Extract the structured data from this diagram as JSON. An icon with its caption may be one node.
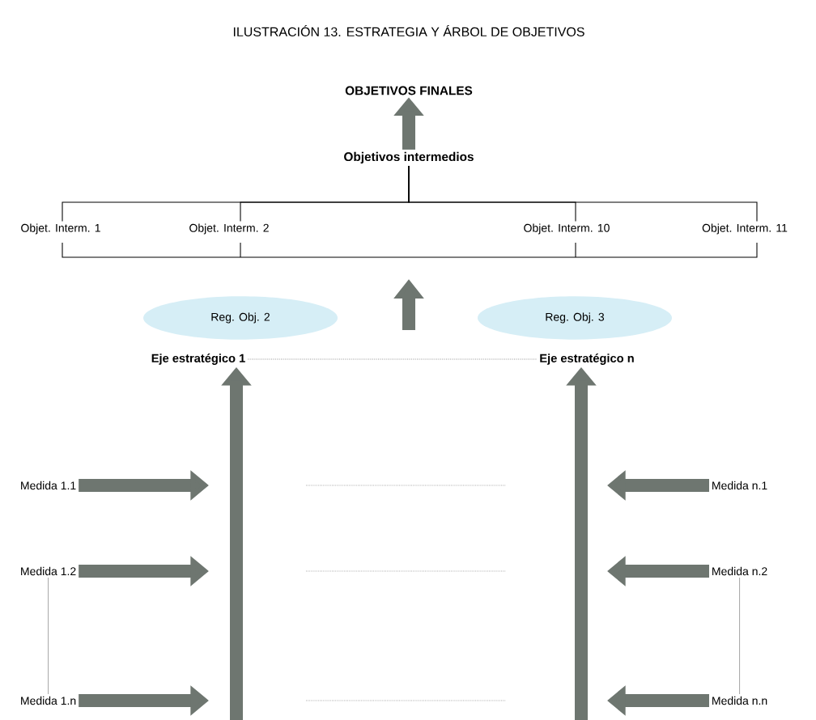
{
  "diagram": {
    "title": "ILUSTRACIÓN 13.  ESTRATEGIA Y ÁRBOL DE OBJETIVOS",
    "nodes": [
      {
        "text": [
          "OBJETIVOS FINALES"
        ]
      },
      {
        "text": [
          "Objetivos intermedios"
        ]
      },
      {
        "text": [
          "Objet. Interm. 1"
        ]
      },
      {
        "text": [
          "Objet. Interm. 2"
        ]
      },
      {
        "text": [
          "Objet. Interm. 10"
        ]
      },
      {
        "text": [
          "Objet. Interm. 11"
        ]
      },
      {
        "text": [
          "Reg. Obj. 2"
        ]
      },
      {
        "text": [
          "Reg. Obj. 3"
        ]
      },
      {
        "text": [
          "Eje estratégico 1"
        ]
      },
      {
        "text": [
          "Eje estratégico n"
        ]
      },
      {
        "text": [
          "Medida 1.1"
        ]
      },
      {
        "text": [
          "Medida 1.2"
        ]
      },
      {
        "text": [
          "Medida 1.n"
        ]
      },
      {
        "text": [
          "Medida n.1"
        ]
      },
      {
        "text": [
          "Medida n.2"
        ]
      },
      {
        "text": [
          "Medida n.n"
        ]
      }
    ],
    "edges": [
      {
        "from": 1,
        "to": 0,
        "arrow": "to"
      },
      {
        "from": 1,
        "to": 2,
        "arrow": "none",
        "color": "#000000"
      },
      {
        "from": 1,
        "to": 3,
        "arrow": "none",
        "color": "#000000"
      },
      {
        "from": 1,
        "to": 4,
        "arrow": "none",
        "color": "#000000"
      },
      {
        "from": 1,
        "to": 5,
        "arrow": "none",
        "color": "#000000"
      },
      {
        "from": 8,
        "to": 9,
        "arrow": "none",
        "style": "dashed",
        "color": "#999999"
      },
      {
        "from": null,
        "to": 8,
        "arrow": "to"
      },
      {
        "from": null,
        "to": 9,
        "arrow": "to"
      },
      {
        "from": 10,
        "to": null,
        "arrow": "to"
      },
      {
        "from": 11,
        "to": null,
        "arrow": "to"
      },
      {
        "from": 12,
        "to": null,
        "arrow": "to"
      },
      {
        "from": 13,
        "to": null,
        "arrow": "to"
      },
      {
        "from": 14,
        "to": null,
        "arrow": "to"
      },
      {
        "from": 15,
        "to": null,
        "arrow": "to"
      },
      {
        "from": 11,
        "to": 12,
        "arrow": "none",
        "color": "#aaaaaa"
      },
      {
        "from": 14,
        "to": 15,
        "arrow": "none",
        "color": "#aaaaaa"
      }
    ]
  }
}
